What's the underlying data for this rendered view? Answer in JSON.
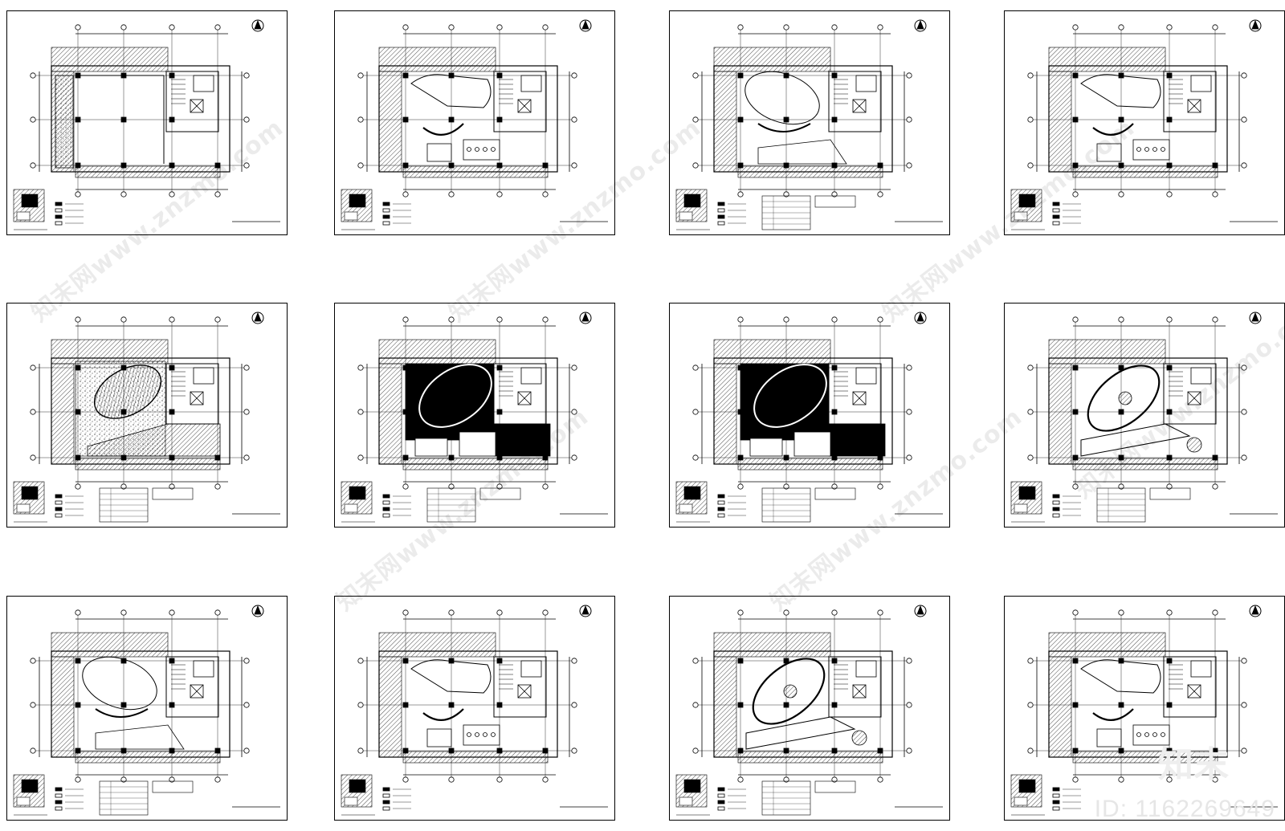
{
  "title": "",
  "sheets": [
    {
      "id": "s1",
      "variant": "plan-empty"
    },
    {
      "id": "s2",
      "variant": "layout"
    },
    {
      "id": "s3",
      "variant": "wall"
    },
    {
      "id": "s4",
      "variant": "layout"
    },
    {
      "id": "s5",
      "variant": "floor-speckle"
    },
    {
      "id": "s6",
      "variant": "floor-dark"
    },
    {
      "id": "s7",
      "variant": "floor-dark"
    },
    {
      "id": "s8",
      "variant": "ceiling"
    },
    {
      "id": "s9",
      "variant": "wall"
    },
    {
      "id": "s10",
      "variant": "layout"
    },
    {
      "id": "s11",
      "variant": "ceiling"
    },
    {
      "id": "s12",
      "variant": "layout"
    }
  ],
  "watermark": {
    "text": "知末网www.znzmo.com",
    "logo": "知末"
  },
  "id_label": "ID: 1162269649",
  "colors": {
    "line": "#000000",
    "watermark": "#d9d9d9",
    "background": "#ffffff"
  }
}
